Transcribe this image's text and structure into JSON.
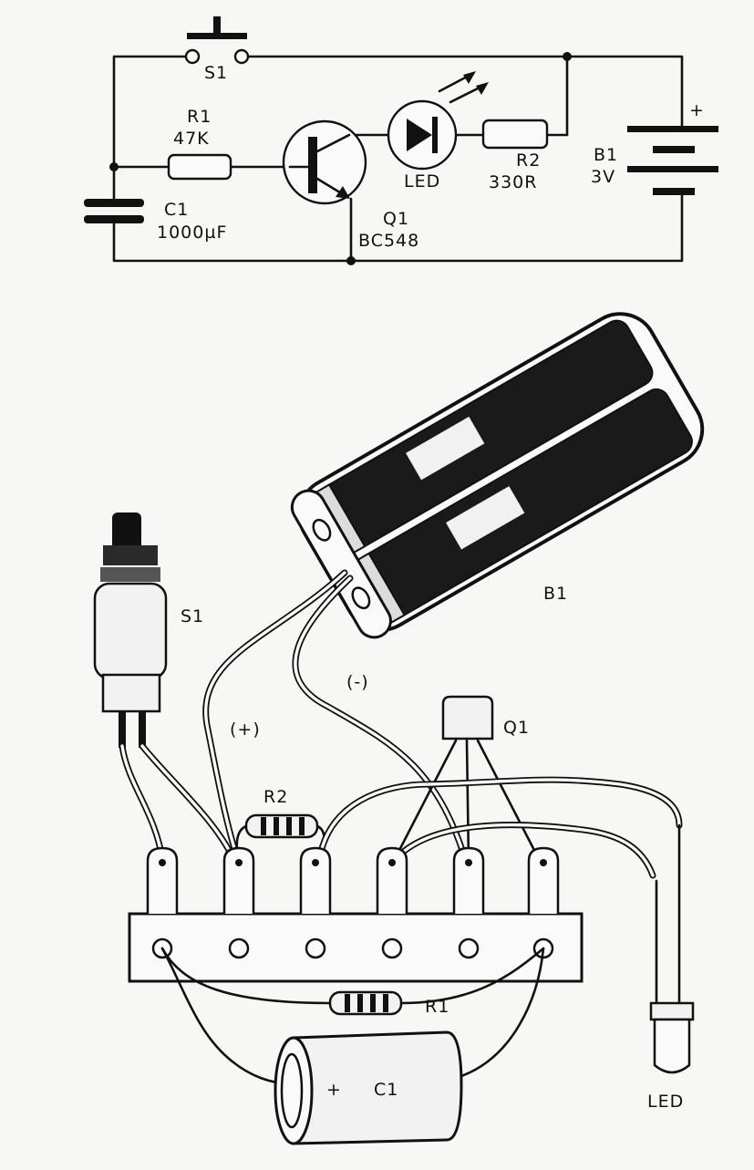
{
  "schematic": {
    "switch": {
      "ref": "S1"
    },
    "resistor_r1": {
      "ref": "R1",
      "value": "47K"
    },
    "capacitor": {
      "ref": "C1",
      "value": "1000µF"
    },
    "transistor": {
      "ref": "Q1",
      "value": "BC548"
    },
    "led": {
      "ref": "LED"
    },
    "resistor_r2": {
      "ref": "R2",
      "value": "330R"
    },
    "battery": {
      "ref": "B1",
      "value": "3V",
      "polarity": "+"
    }
  },
  "assembly": {
    "battery_label": "B1",
    "switch_label": "S1",
    "positive_wire": "(+)",
    "negative_wire": "(-)",
    "transistor_label": "Q1",
    "r2_label": "R2",
    "r1_label": "R1",
    "capacitor_label": "C1",
    "capacitor_polarity": "+",
    "led_label": "LED"
  }
}
